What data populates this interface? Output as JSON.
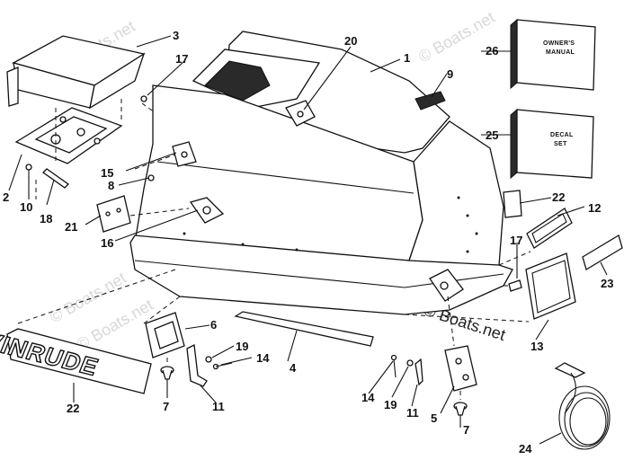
{
  "callouts": {
    "c1": "1",
    "c2": "2",
    "c3": "3",
    "c4": "4",
    "c5": "5",
    "c6": "6",
    "c7a": "7",
    "c7b": "7",
    "c8": "8",
    "c9": "9",
    "c10": "10",
    "c11a": "11",
    "c11b": "11",
    "c12": "12",
    "c13": "13",
    "c14a": "14",
    "c14b": "14",
    "c15": "15",
    "c16": "16",
    "c17a": "17",
    "c17b": "17",
    "c18": "18",
    "c19a": "19",
    "c19b": "19",
    "c20": "20",
    "c21": "21",
    "c22a": "22",
    "c22b": "22",
    "c23": "23",
    "c24": "24",
    "c25": "25",
    "c26": "26"
  },
  "boxes": {
    "owners_manual_line1": "OWNER'S",
    "owners_manual_line2": "MANUAL",
    "decal_set_line1": "DECAL",
    "decal_set_line2": "SET"
  },
  "brand_plate": "EVINRUDE",
  "watermarks": {
    "wm1": "© Boats.net",
    "wm2": "© Boats.net",
    "wm3": "© Boats.net",
    "wm4": "© Boats.net",
    "wm5": "© Boats.net"
  }
}
